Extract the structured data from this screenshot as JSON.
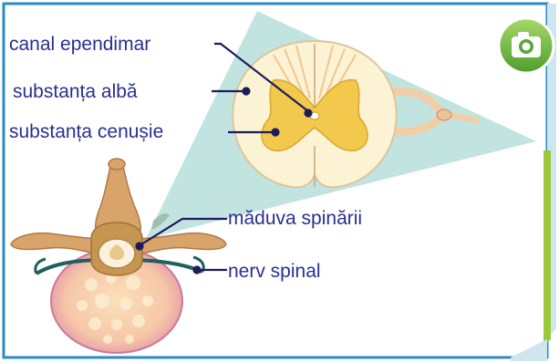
{
  "labels": {
    "canal_ependimar": "canal ependimar",
    "substanta_alba": "substanța albă",
    "substanta_cenusie": "substanța cenușie",
    "maduva_spinarii": "măduva spinării",
    "nerv_spinal": "nerv spinal"
  },
  "icons": {
    "corner": "camera-icon"
  },
  "colors": {
    "label_text": "#2b2f8f",
    "leader_line": "#1c1c5c",
    "frame_border": "#2c8bc4",
    "zoom_cone": "#bfe3df",
    "white_matter": "#fbf3d4",
    "grey_matter": "#f2c94c",
    "bone": "#d9a46a",
    "vertebral_body": "#f4c2cf",
    "nerve": "#1f5f5c",
    "side_bar": "#9bc93b"
  }
}
